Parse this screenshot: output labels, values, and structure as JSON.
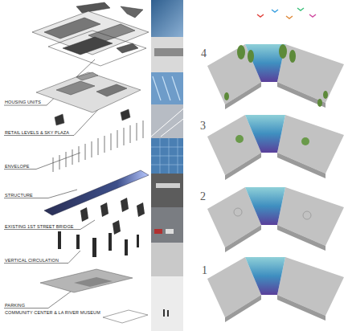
{
  "diagram": {
    "labels": [
      "HOUSING UNITS",
      "RETAIL LEVELS & SKY PLAZA",
      "ENVELOPE",
      "STRUCTURE",
      "EXISTING 1ST STREET BRIDGE",
      "VERTICAL CIRCULATION",
      "PARKING",
      "COMMUNITY CENTER & LA RIVER MUSEUM",
      "4",
      "3",
      "2",
      "1"
    ]
  }
}
